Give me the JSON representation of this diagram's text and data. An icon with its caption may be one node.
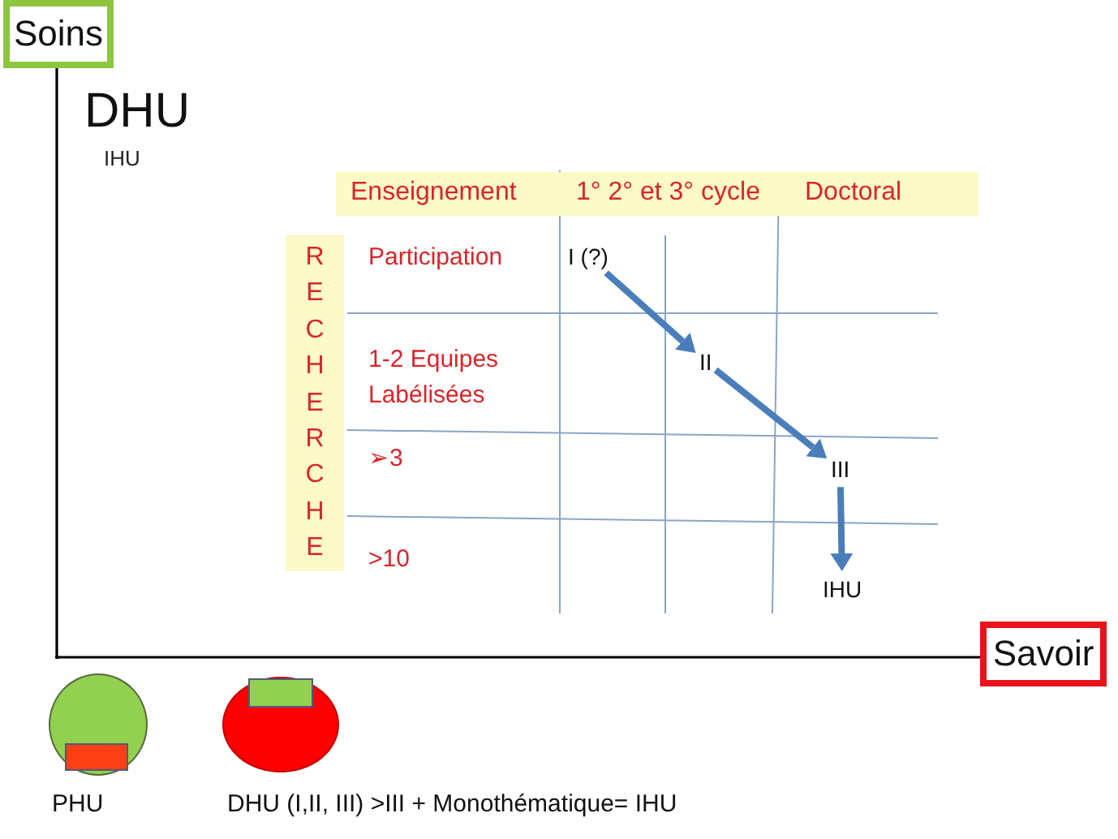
{
  "diagram": {
    "title": "DHU",
    "nodes": [
      {
        "text": [
          "Soins"
        ]
      },
      {
        "text": [
          "Savoir"
        ]
      },
      {
        "text": [
          "Enseignement",
          "1° 2° et 3° cycle",
          "Doctoral"
        ]
      },
      {
        "text": [
          "RECHERCHE"
        ]
      },
      {
        "text": [
          "I (?)"
        ]
      },
      {
        "text": [
          "II"
        ]
      },
      {
        "text": [
          "III"
        ]
      },
      {
        "text": [
          "IHU"
        ]
      },
      {
        "text": [],
        "shape": "circle",
        "beside": [
          "PHU"
        ]
      },
      {
        "text": [],
        "shape": "box",
        "in": 8
      },
      {
        "text": [],
        "shape": "ellipse",
        "beside": [
          "DHU (I,II, III) >III + Monothématique= IHU"
        ]
      },
      {
        "text": [],
        "shape": "box",
        "in": 10
      }
    ],
    "edges": [
      {
        "from": 4,
        "to": 5,
        "arrow": "to"
      },
      {
        "from": 5,
        "to": 6,
        "arrow": "to"
      },
      {
        "from": 6,
        "to": 7,
        "arrow": "to"
      }
    ],
    "labels": [
      "IHU",
      "Participation",
      "1-2 Equipes Labélisées",
      "➢3",
      ">10"
    ]
  }
}
